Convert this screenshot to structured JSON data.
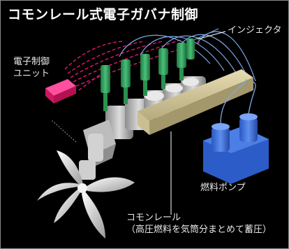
{
  "title": "コモンレール式電子ガバナ制御",
  "labels": {
    "injector": "インジェクタ",
    "ecu_line1": "電子制御",
    "ecu_line2": "ユニット",
    "fuel_pump": "燃料ポンプ",
    "common_rail_line1": "コモンレール",
    "common_rail_line2": "（高圧燃料を気筒分まとめて蓄圧）"
  },
  "colors": {
    "background": "#000000",
    "injector": "#2fa05a",
    "ecu": "#e0186e",
    "rail": "#c8bd92",
    "pump": "#3a6fd8",
    "engine": "#b8b8b8",
    "wire": "#7fa8e6"
  }
}
